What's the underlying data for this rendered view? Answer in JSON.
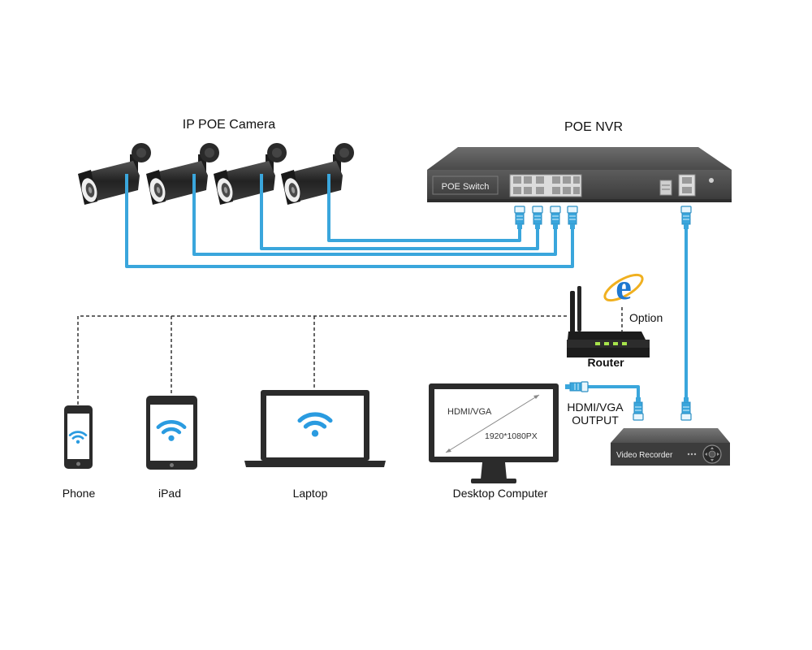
{
  "labels": {
    "cameras_title": "IP POE Camera",
    "nvr_title": "POE NVR",
    "poe_switch": "POE Switch",
    "option": "Option",
    "router": "Router",
    "hdmi_output_line1": "HDMI/VGA",
    "hdmi_output_line2": "OUTPUT",
    "video_recorder": "Video Recorder",
    "monitor_signal": "HDMI/VGA",
    "monitor_resolution": "1920*1080PX",
    "phone": "Phone",
    "ipad": "iPad",
    "laptop": "Laptop",
    "desktop": "Desktop Computer"
  },
  "colors": {
    "cable": "#3aa6dc",
    "device_dark": "#2b2b2b",
    "nvr_body": "#5a5a5a",
    "wifi": "#2a9be0"
  },
  "icons": [
    "camera-icon",
    "nvr-icon",
    "router-icon",
    "ie-browser-icon",
    "monitor-icon",
    "phone-icon",
    "tablet-icon",
    "laptop-icon",
    "wifi-icon",
    "video-recorder-icon"
  ]
}
